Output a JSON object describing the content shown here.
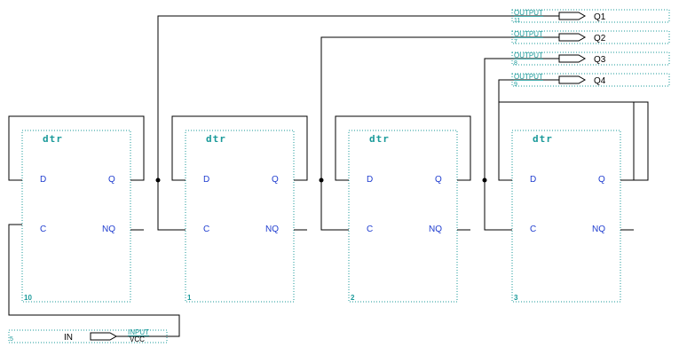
{
  "flip_flops": [
    {
      "title": "dtr",
      "d": "D",
      "q": "Q",
      "c": "C",
      "nq": "NQ",
      "number": "10"
    },
    {
      "title": "dtr",
      "d": "D",
      "q": "Q",
      "c": "C",
      "nq": "NQ",
      "number": "1"
    },
    {
      "title": "dtr",
      "d": "D",
      "q": "Q",
      "c": "C",
      "nq": "NQ",
      "number": "2"
    },
    {
      "title": "dtr",
      "d": "D",
      "q": "Q",
      "c": "C",
      "nq": "NQ",
      "number": "3"
    }
  ],
  "outputs": [
    {
      "kind": "OUTPUT",
      "number": "11",
      "name": "Q1"
    },
    {
      "kind": "OUTPUT",
      "number": "7",
      "name": "Q2"
    },
    {
      "kind": "OUTPUT",
      "number": "8",
      "name": "Q3"
    },
    {
      "kind": "OUTPUT",
      "number": "9",
      "name": "Q4"
    }
  ],
  "input": {
    "kind": "INPUT",
    "default": "VCC",
    "number": "5",
    "name": "IN"
  },
  "colors": {
    "wire": "#000000",
    "frame": "#1a9a9a",
    "port_label": "#1e3ccf"
  }
}
